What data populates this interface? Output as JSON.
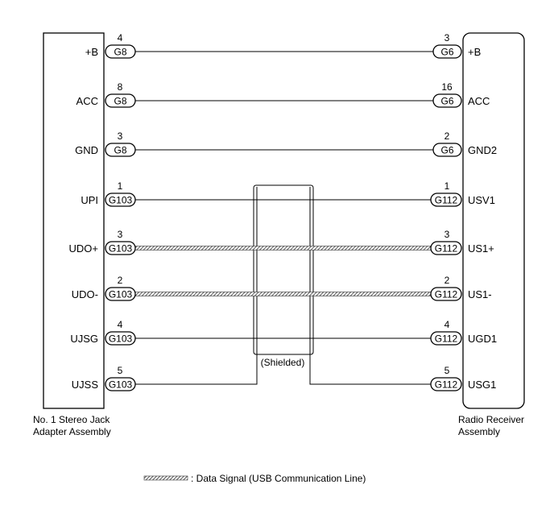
{
  "components": {
    "left": {
      "name_line1": "No. 1 Stereo Jack",
      "name_line2": "Adapter Assembly"
    },
    "right": {
      "name_line1": "Radio Receiver",
      "name_line2": "Assembly"
    }
  },
  "shield_label": "(Shielded)",
  "legend_text": ": Data Signal (USB Communication Line)",
  "colors": {
    "line": "#000000",
    "data_signal_hatch": "#555555",
    "background": "#ffffff"
  },
  "wires": [
    {
      "left_label": "+B",
      "left_pin": "4",
      "left_conn": "G8",
      "right_label": "+B",
      "right_pin": "3",
      "right_conn": "G6",
      "data_signal": false
    },
    {
      "left_label": "ACC",
      "left_pin": "8",
      "left_conn": "G8",
      "right_label": "ACC",
      "right_pin": "16",
      "right_conn": "G6",
      "data_signal": false
    },
    {
      "left_label": "GND",
      "left_pin": "3",
      "left_conn": "G8",
      "right_label": "GND2",
      "right_pin": "2",
      "right_conn": "G6",
      "data_signal": false
    },
    {
      "left_label": "UPI",
      "left_pin": "1",
      "left_conn": "G103",
      "right_label": "USV1",
      "right_pin": "1",
      "right_conn": "G112",
      "data_signal": false
    },
    {
      "left_label": "UDO+",
      "left_pin": "3",
      "left_conn": "G103",
      "right_label": "US1+",
      "right_pin": "3",
      "right_conn": "G112",
      "data_signal": true
    },
    {
      "left_label": "UDO-",
      "left_pin": "2",
      "left_conn": "G103",
      "right_label": "US1-",
      "right_pin": "2",
      "right_conn": "G112",
      "data_signal": true
    },
    {
      "left_label": "UJSG",
      "left_pin": "4",
      "left_conn": "G103",
      "right_label": "UGD1",
      "right_pin": "4",
      "right_conn": "G112",
      "data_signal": false
    },
    {
      "left_label": "UJSS",
      "left_pin": "5",
      "left_conn": "G103",
      "right_label": "USG1",
      "right_pin": "5",
      "right_conn": "G112",
      "data_signal": false
    }
  ]
}
